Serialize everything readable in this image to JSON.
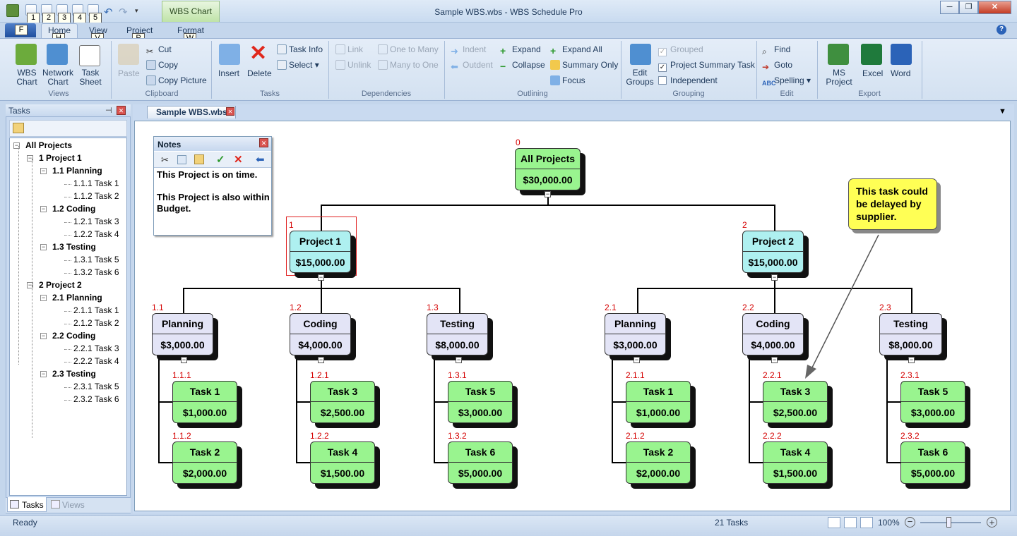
{
  "window": {
    "title": "Sample WBS.wbs - WBS Schedule Pro",
    "context_tab": "WBS Chart",
    "minimize": "─",
    "restore": "❐",
    "close": "✕"
  },
  "quick_access": {
    "keytips": [
      "1",
      "2",
      "3",
      "4",
      "5"
    ]
  },
  "menu": {
    "file": {
      "label": "",
      "keytip": "F"
    },
    "tabs": [
      {
        "label": "Home",
        "keytip": "H"
      },
      {
        "label": "View",
        "keytip": "V"
      },
      {
        "label": "Project",
        "keytip": "P"
      },
      {
        "label": "Format",
        "keytip": "W"
      }
    ]
  },
  "ribbon": {
    "views": {
      "label": "Views",
      "wbs_chart": "WBS\nChart",
      "network_chart": "Network\nChart",
      "task_sheet": "Task\nSheet"
    },
    "clipboard": {
      "label": "Clipboard",
      "paste": "Paste",
      "cut": "Cut",
      "copy": "Copy",
      "copy_picture": "Copy Picture"
    },
    "tasks": {
      "label": "Tasks",
      "insert": "Insert",
      "delete": "Delete",
      "task_info": "Task Info",
      "select": "Select"
    },
    "dependencies": {
      "label": "Dependencies",
      "link": "Link",
      "unlink": "Unlink",
      "one_to_many": "One to Many",
      "many_to_one": "Many to One"
    },
    "outlining": {
      "label": "Outlining",
      "indent": "Indent",
      "outdent": "Outdent",
      "expand": "Expand",
      "collapse": "Collapse",
      "expand_all": "Expand All",
      "summary_only": "Summary Only",
      "focus": "Focus"
    },
    "grouping": {
      "label": "Grouping",
      "edit_groups": "Edit\nGroups",
      "grouped": "Grouped",
      "project_summary_task": "Project Summary Task",
      "independent": "Independent"
    },
    "edit": {
      "label": "Edit",
      "find": "Find",
      "goto": "Goto",
      "spelling": "Spelling"
    },
    "export": {
      "label": "Export",
      "ms_project": "MS\nProject",
      "excel": "Excel",
      "word": "Word"
    }
  },
  "tasks_pane": {
    "title": "Tasks",
    "tree": [
      {
        "text": "All Projects",
        "bold": true,
        "level": 0
      },
      {
        "text": "1 Project 1",
        "bold": true,
        "level": 1
      },
      {
        "text": "1.1 Planning",
        "bold": true,
        "level": 2
      },
      {
        "text": "1.1.1 Task 1",
        "bold": false,
        "level": 3
      },
      {
        "text": "1.1.2 Task 2",
        "bold": false,
        "level": 3
      },
      {
        "text": "1.2 Coding",
        "bold": true,
        "level": 2
      },
      {
        "text": "1.2.1 Task 3",
        "bold": false,
        "level": 3
      },
      {
        "text": "1.2.2 Task 4",
        "bold": false,
        "level": 3
      },
      {
        "text": "1.3 Testing",
        "bold": true,
        "level": 2
      },
      {
        "text": "1.3.1 Task 5",
        "bold": false,
        "level": 3
      },
      {
        "text": "1.3.2 Task 6",
        "bold": false,
        "level": 3
      },
      {
        "text": "2 Project 2",
        "bold": true,
        "level": 1
      },
      {
        "text": "2.1 Planning",
        "bold": true,
        "level": 2
      },
      {
        "text": "2.1.1 Task 1",
        "bold": false,
        "level": 3
      },
      {
        "text": "2.1.2 Task 2",
        "bold": false,
        "level": 3
      },
      {
        "text": "2.2 Coding",
        "bold": true,
        "level": 2
      },
      {
        "text": "2.2.1 Task 3",
        "bold": false,
        "level": 3
      },
      {
        "text": "2.2.2 Task 4",
        "bold": false,
        "level": 3
      },
      {
        "text": "2.3 Testing",
        "bold": true,
        "level": 2
      },
      {
        "text": "2.3.1 Task 5",
        "bold": false,
        "level": 3
      },
      {
        "text": "2.3.2 Task 6",
        "bold": false,
        "level": 3
      }
    ],
    "bottom_tabs": [
      "Tasks",
      "Views"
    ]
  },
  "document": {
    "tab": "Sample WBS.wbs"
  },
  "notes": {
    "title": "Notes",
    "body": "This Project is on time.\n\nThis Project is also within Budget."
  },
  "callout": "This task could be delayed by supplier.",
  "wbs": {
    "root": {
      "code": "0",
      "name": "All Projects",
      "cost": "$30,000.00"
    },
    "p1": {
      "code": "1",
      "name": "Project 1",
      "cost": "$15,000.00"
    },
    "p2": {
      "code": "2",
      "name": "Project 2",
      "cost": "$15,000.00"
    },
    "p11": {
      "code": "1.1",
      "name": "Planning",
      "cost": "$3,000.00"
    },
    "p12": {
      "code": "1.2",
      "name": "Coding",
      "cost": "$4,000.00"
    },
    "p13": {
      "code": "1.3",
      "name": "Testing",
      "cost": "$8,000.00"
    },
    "p21": {
      "code": "2.1",
      "name": "Planning",
      "cost": "$3,000.00"
    },
    "p22": {
      "code": "2.2",
      "name": "Coding",
      "cost": "$4,000.00"
    },
    "p23": {
      "code": "2.3",
      "name": "Testing",
      "cost": "$8,000.00"
    },
    "t111": {
      "code": "1.1.1",
      "name": "Task 1",
      "cost": "$1,000.00"
    },
    "t112": {
      "code": "1.1.2",
      "name": "Task 2",
      "cost": "$2,000.00"
    },
    "t121": {
      "code": "1.2.1",
      "name": "Task 3",
      "cost": "$2,500.00"
    },
    "t122": {
      "code": "1.2.2",
      "name": "Task 4",
      "cost": "$1,500.00"
    },
    "t131": {
      "code": "1.3.1",
      "name": "Task 5",
      "cost": "$3,000.00"
    },
    "t132": {
      "code": "1.3.2",
      "name": "Task 6",
      "cost": "$5,000.00"
    },
    "t211": {
      "code": "2.1.1",
      "name": "Task 1",
      "cost": "$1,000.00"
    },
    "t212": {
      "code": "2.1.2",
      "name": "Task 2",
      "cost": "$2,000.00"
    },
    "t221": {
      "code": "2.2.1",
      "name": "Task 3",
      "cost": "$2,500.00"
    },
    "t222": {
      "code": "2.2.2",
      "name": "Task 4",
      "cost": "$1,500.00"
    },
    "t231": {
      "code": "2.3.1",
      "name": "Task 5",
      "cost": "$3,000.00"
    },
    "t232": {
      "code": "2.3.2",
      "name": "Task 6",
      "cost": "$5,000.00"
    }
  },
  "status": {
    "left": "Ready",
    "count": "21 Tasks",
    "zoom": "100%"
  },
  "colors": {
    "task_green": "#99f48f",
    "project_cyan": "#aef0f0",
    "phase_lavender": "#e3e4f6",
    "code_red": "#d40000",
    "callout_yellow": "#ffff55"
  }
}
